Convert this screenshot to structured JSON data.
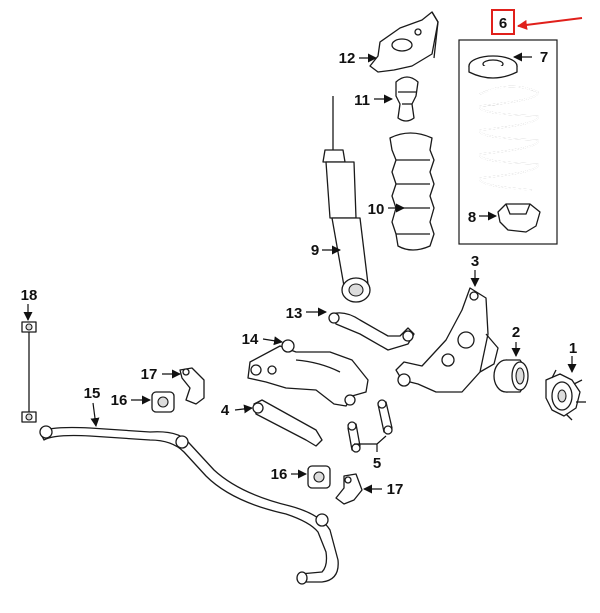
{
  "diagram": {
    "callouts": [
      {
        "id": "c1",
        "label": "1"
      },
      {
        "id": "c2",
        "label": "2"
      },
      {
        "id": "c3",
        "label": "3"
      },
      {
        "id": "c4",
        "label": "4"
      },
      {
        "id": "c5",
        "label": "5"
      },
      {
        "id": "c6",
        "label": "6"
      },
      {
        "id": "c7",
        "label": "7"
      },
      {
        "id": "c8",
        "label": "8"
      },
      {
        "id": "c9",
        "label": "9"
      },
      {
        "id": "c10",
        "label": "10"
      },
      {
        "id": "c11",
        "label": "11"
      },
      {
        "id": "c12",
        "label": "12"
      },
      {
        "id": "c13",
        "label": "13"
      },
      {
        "id": "c14",
        "label": "14"
      },
      {
        "id": "c15",
        "label": "15"
      },
      {
        "id": "c16a",
        "label": "16"
      },
      {
        "id": "c16b",
        "label": "16"
      },
      {
        "id": "c17a",
        "label": "17"
      },
      {
        "id": "c17b",
        "label": "17"
      },
      {
        "id": "c18",
        "label": "18"
      }
    ],
    "highlight_color": "#e0201b",
    "highlighted_part": "6"
  }
}
